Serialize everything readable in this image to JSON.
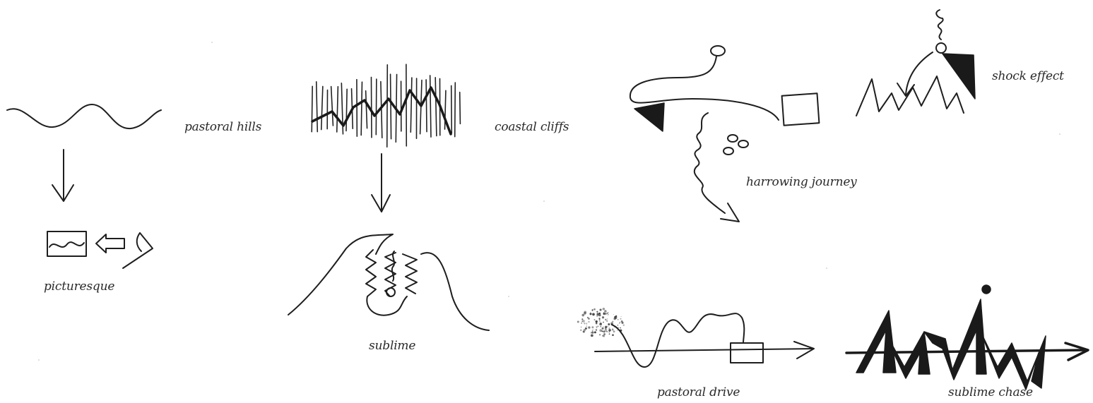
{
  "labels": {
    "pastoral_hills": "pastoral hills",
    "picturesque": "picturesque",
    "coastal_cliffs": "coastal cliffs",
    "sublime": "sublime",
    "harrowing_journey": "harrowing journey",
    "shock_effect": "shock effect",
    "pastoral_drive": "pastoral drive",
    "sublime_chase": "sublime chase"
  },
  "colors": {
    "ink": "#1e1e1e",
    "paper": "#ffffff"
  }
}
